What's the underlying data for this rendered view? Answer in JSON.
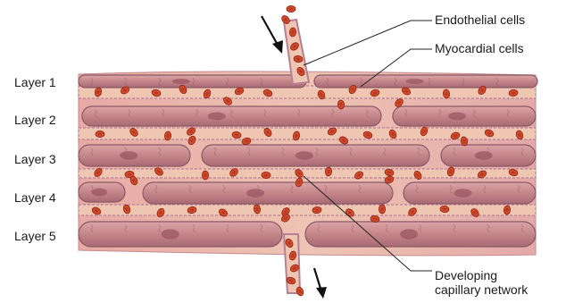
{
  "layers": [
    "Layer 1",
    "Layer 2",
    "Layer 3",
    "Layer 4",
    "Layer 5"
  ],
  "callouts": {
    "endothelial": "Endothelial cells",
    "myocardial": "Myocardial cells",
    "capillary_line1": "Developing",
    "capillary_line2": "capillary network"
  },
  "colors": {
    "background": "#ffffff",
    "tissue_base": "#e9b3ad",
    "myocyte_fill": "#c98b8f",
    "myocyte_stroke": "#8a5a64",
    "channel": "#efc6b2",
    "endothelium": "#b77f95",
    "rbc_fill": "#d24a2a",
    "rbc_stroke": "#8e2414",
    "nucleus": "#9b5563",
    "leader_line": "#222222",
    "arrow": "#111111"
  },
  "icons": [
    "inflow-arrow-icon",
    "outflow-arrow-icon"
  ]
}
